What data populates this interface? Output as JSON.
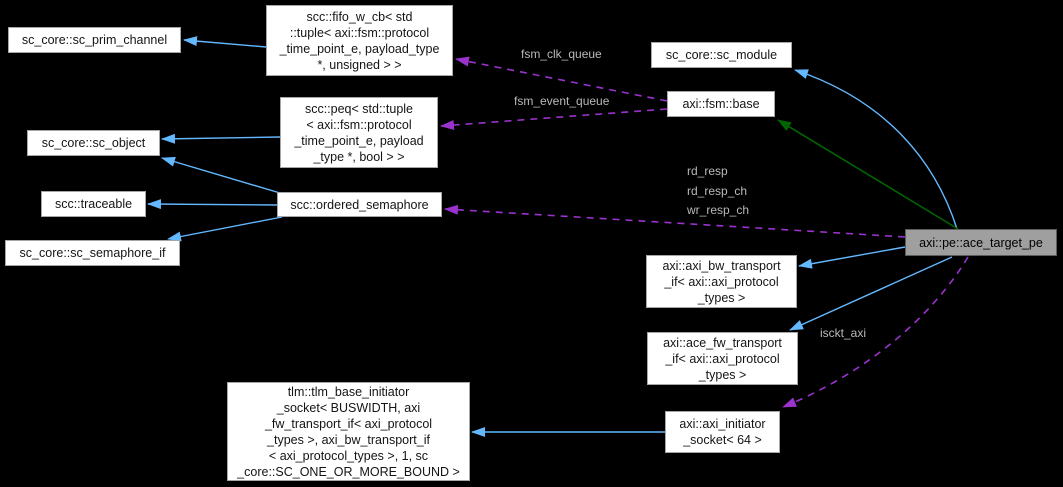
{
  "diagram": {
    "kind": "collaboration-graph",
    "focus_node": "axi::pe::ace_target_pe",
    "colors": {
      "background": "#000000",
      "node_fill": "#ffffff",
      "node_border": "#a6a6a6",
      "focus_node_fill": "#9f9f9f",
      "inheritance_edge": "#63b8ff",
      "protected_inheritance_edge": "#006400",
      "usage_edge": "#9a32cd",
      "edge_label_text": "#b9b9b9"
    },
    "nodes": [
      {
        "id": "sc-prim-channel",
        "label": "sc_core::sc_prim_channel"
      },
      {
        "id": "fifo-w-cb",
        "label": "scc::fifo_w_cb< std\n::tuple< axi::fsm::protocol\n_time_point_e, payload_type\n*, unsigned > >"
      },
      {
        "id": "peq",
        "label": "scc::peq< std::tuple\n< axi::fsm::protocol\n_time_point_e, payload\n_type *, bool > >"
      },
      {
        "id": "sc-object",
        "label": "sc_core::sc_object"
      },
      {
        "id": "traceable",
        "label": "scc::traceable"
      },
      {
        "id": "sc-semaphore-if",
        "label": "sc_core::sc_semaphore_if"
      },
      {
        "id": "ordered-semaphore",
        "label": "scc::ordered_semaphore"
      },
      {
        "id": "sc-module",
        "label": "sc_core::sc_module"
      },
      {
        "id": "fsm-base",
        "label": "axi::fsm::base"
      },
      {
        "id": "ace-target-pe",
        "label": "axi::pe::ace_target_pe"
      },
      {
        "id": "axi-bw-transport-if",
        "label": "axi::axi_bw_transport\n_if< axi::axi_protocol\n_types >"
      },
      {
        "id": "ace-fw-transport-if",
        "label": "axi::ace_fw_transport\n_if< axi::axi_protocol\n_types >"
      },
      {
        "id": "tlm-base-initiator-socket",
        "label": "tlm::tlm_base_initiator\n_socket< BUSWIDTH, axi\n_fw_transport_if< axi_protocol\n_types >, axi_bw_transport_if\n< axi_protocol_types >, 1, sc\n_core::SC_ONE_OR_MORE_BOUND >"
      },
      {
        "id": "axi-initiator-socket",
        "label": "axi::axi_initiator\n_socket< 64 >"
      }
    ],
    "edge_labels": [
      {
        "id": "fsm-clk-queue",
        "text": "fsm_clk_queue"
      },
      {
        "id": "fsm-event-queue",
        "text": "fsm_event_queue"
      },
      {
        "id": "resp-members",
        "text": "rd_resp\nrd_resp_ch\nwr_resp_ch"
      },
      {
        "id": "isckt-axi",
        "text": "isckt_axi"
      }
    ]
  }
}
